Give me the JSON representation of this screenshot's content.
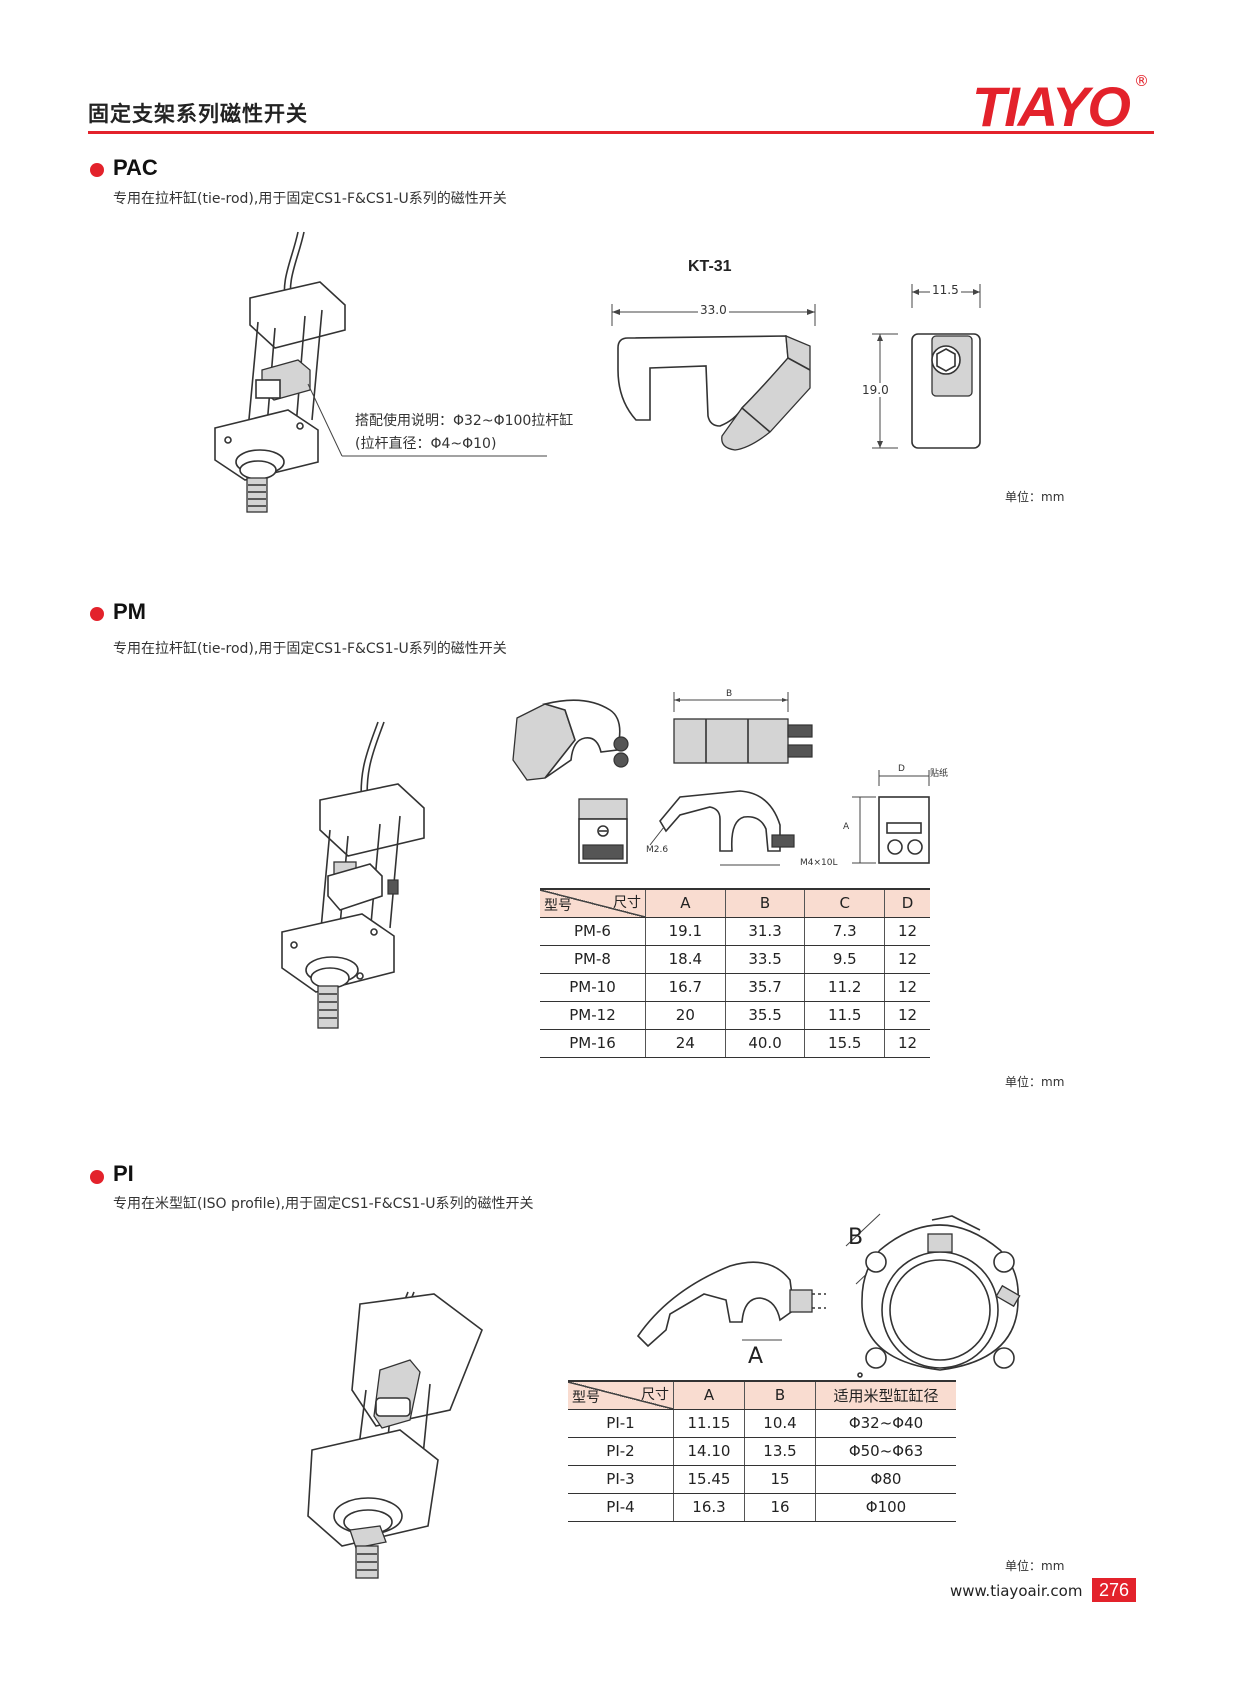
{
  "header": {
    "title": "固定支架系列磁性开关",
    "brand": "TIAYO",
    "brand_mark": "®",
    "accent_color": "#e3222b"
  },
  "sections": {
    "pac": {
      "name": "PAC",
      "description": "专用在拉杆缸(tie-rod),用于固定CS1-F&CS1-U系列的磁性开关",
      "note_line1": "搭配使用说明：Φ32~Φ100拉杆缸",
      "note_line2": "(拉杆直径：Φ4~Φ10)",
      "drawing_title": "KT-31",
      "dim_width": "33.0",
      "dim_depth": "11.5",
      "dim_height": "19.0",
      "unit": "单位：mm"
    },
    "pm": {
      "name": "PM",
      "description": "专用在拉杆缸(tie-rod),用于固定CS1-F&CS1-U系列的磁性开关",
      "label_b": "B",
      "label_d": "D",
      "label_a": "A",
      "label_sticker": "贴纸",
      "label_m26": "M2.6",
      "label_m4": "M4×10L",
      "table": {
        "corner_top": "尺寸",
        "corner_bottom": "型号",
        "columns": [
          "A",
          "B",
          "C",
          "D"
        ],
        "rows": [
          [
            "PM-6",
            "19.1",
            "31.3",
            "7.3",
            "12"
          ],
          [
            "PM-8",
            "18.4",
            "33.5",
            "9.5",
            "12"
          ],
          [
            "PM-10",
            "16.7",
            "35.7",
            "11.2",
            "12"
          ],
          [
            "PM-12",
            "20",
            "35.5",
            "11.5",
            "12"
          ],
          [
            "PM-16",
            "24",
            "40.0",
            "15.5",
            "12"
          ]
        ]
      },
      "unit": "单位：mm"
    },
    "pi": {
      "name": "PI",
      "description": "专用在米型缸(ISO profile),用于固定CS1-F&CS1-U系列的磁性开关",
      "label_a": "A",
      "label_b": "B",
      "table": {
        "corner_top": "尺寸",
        "corner_bottom": "型号",
        "columns": [
          "A",
          "B",
          "适用米型缸缸径"
        ],
        "rows": [
          [
            "PI-1",
            "11.15",
            "10.4",
            "Φ32~Φ40"
          ],
          [
            "PI-2",
            "14.10",
            "13.5",
            "Φ50~Φ63"
          ],
          [
            "PI-3",
            "15.45",
            "15",
            "Φ80"
          ],
          [
            "PI-4",
            "16.3",
            "16",
            "Φ100"
          ]
        ]
      },
      "unit": "单位：mm"
    }
  },
  "footer": {
    "url": "www.tiayoair.com",
    "page_number": "276"
  }
}
